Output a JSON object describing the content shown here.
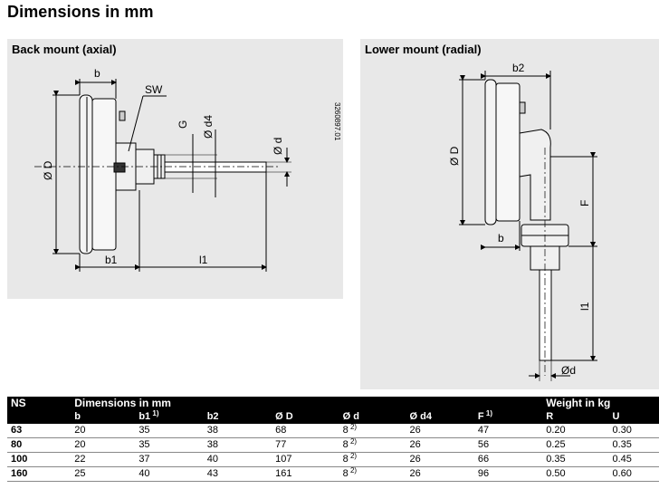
{
  "page": {
    "title": "Dimensions in mm"
  },
  "left_panel": {
    "title": "Back mount (axial)",
    "labels": {
      "b": "b",
      "sw": "SW",
      "g": "G",
      "d4": "Ø d4",
      "d": "Ø d",
      "D": "Ø D",
      "b1": "b1",
      "l1": "l1",
      "code": "3260897.01"
    }
  },
  "right_panel": {
    "title": "Lower mount (radial)",
    "labels": {
      "b2": "b2",
      "D": "Ø D",
      "b": "b",
      "F": "F",
      "l1": "l1",
      "d": "Ød"
    }
  },
  "table": {
    "group_headers": {
      "ns": "NS",
      "dimensions": "Dimensions in mm",
      "weight": "Weight in kg"
    },
    "columns": [
      {
        "label": "b",
        "note": ""
      },
      {
        "label": "b1",
        "note": "1)"
      },
      {
        "label": "b2",
        "note": ""
      },
      {
        "label": "Ø D",
        "note": ""
      },
      {
        "label": "Ø d",
        "note": ""
      },
      {
        "label": "Ø d4",
        "note": ""
      },
      {
        "label": "F",
        "note": "1)"
      },
      {
        "label": "R",
        "note": ""
      },
      {
        "label": "U",
        "note": ""
      }
    ],
    "rows": [
      {
        "ns": "63",
        "b": "20",
        "b1": "35",
        "b2": "38",
        "D": "68",
        "d": "8",
        "d_note": "2)",
        "d4": "26",
        "F": "47",
        "R": "0.20",
        "U": "0.30"
      },
      {
        "ns": "80",
        "b": "20",
        "b1": "35",
        "b2": "38",
        "D": "77",
        "d": "8",
        "d_note": "2)",
        "d4": "26",
        "F": "56",
        "R": "0.25",
        "U": "0.35"
      },
      {
        "ns": "100",
        "b": "22",
        "b1": "37",
        "b2": "40",
        "D": "107",
        "d": "8",
        "d_note": "2)",
        "d4": "26",
        "F": "66",
        "R": "0.35",
        "U": "0.45"
      },
      {
        "ns": "160",
        "b": "25",
        "b1": "40",
        "b2": "43",
        "D": "161",
        "d": "8",
        "d_note": "2)",
        "d4": "26",
        "F": "96",
        "R": "0.50",
        "U": "0.60"
      }
    ]
  }
}
